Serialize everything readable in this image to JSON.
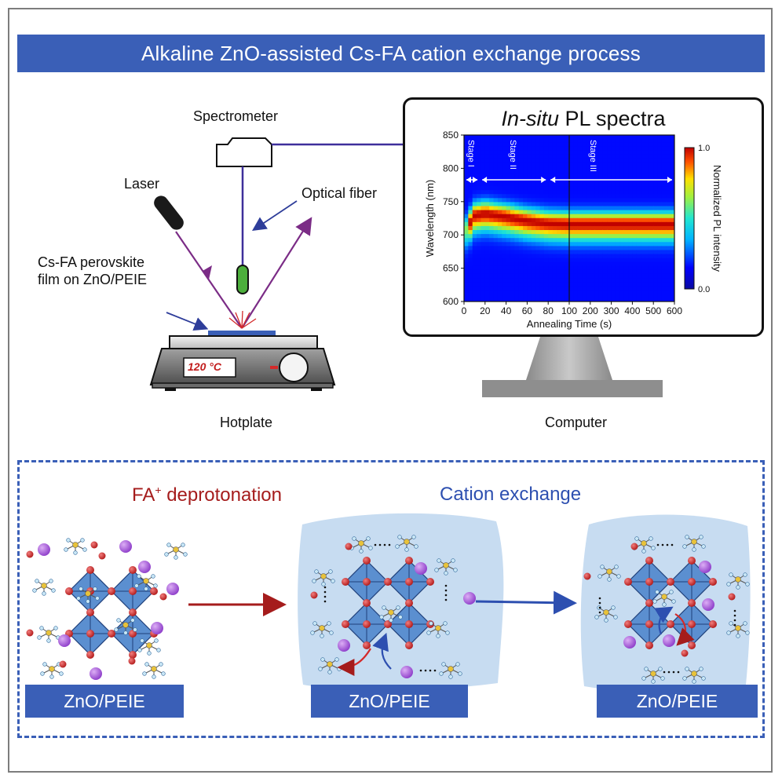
{
  "title": "Alkaline ZnO-assisted Cs-FA cation exchange process",
  "labels": {
    "spectrometer": "Spectrometer",
    "laser": "Laser",
    "optical_fiber": "Optical fiber",
    "film_line1": "Cs-FA perovskite",
    "film_line2": "film on ZnO/PEIE",
    "temperature": "120 °C",
    "hotplate": "Hotplate",
    "computer": "Computer"
  },
  "chart_title": {
    "italic": "In-situ",
    "rest": " PL spectra"
  },
  "chart_data": {
    "type": "heatmap",
    "xlabel": "Annealing Time (s)",
    "ylabel": "Wavelength (nm)",
    "colorbar_label": "Normalized PL intensity",
    "colorbar_ticks": [
      "1.0",
      "0.0"
    ],
    "colorbar_range": [
      0.0,
      1.0
    ],
    "x_axis_segments": [
      {
        "range": [
          0,
          100
        ],
        "ticks": [
          0,
          20,
          40,
          60,
          80,
          100
        ]
      },
      {
        "range": [
          100,
          600
        ],
        "ticks": [
          200,
          300,
          400,
          500,
          600
        ]
      }
    ],
    "ylim": [
      600,
      850
    ],
    "yticks": [
      600,
      650,
      700,
      750,
      800,
      850
    ],
    "stages": [
      {
        "label": "Stage I",
        "range": [
          0,
          15
        ]
      },
      {
        "label": "Stage II",
        "range": [
          15,
          80
        ]
      },
      {
        "label": "Stage III",
        "range": [
          80,
          600
        ]
      }
    ],
    "peak_wavelength_nm": [
      {
        "t": 0,
        "peak": 705
      },
      {
        "t": 10,
        "peak": 730
      },
      {
        "t": 20,
        "peak": 733
      },
      {
        "t": 40,
        "peak": 728
      },
      {
        "t": 60,
        "peak": 722
      },
      {
        "t": 80,
        "peak": 718
      },
      {
        "t": 100,
        "peak": 717
      },
      {
        "t": 600,
        "peak": 717
      }
    ]
  },
  "bottom": {
    "deprot_text": "FA",
    "deprot_sup": "+",
    "deprot_rest": " deprotonation",
    "exchange": "Cation exchange",
    "substrates": [
      "ZnO/PEIE",
      "ZnO/PEIE",
      "ZnO/PEIE"
    ]
  },
  "colors": {
    "title_bar": "#3a5fb7",
    "fiber": "#3e2f9b",
    "laser_beam": "#7b2c86",
    "lead_red": "#c93030",
    "octahedron": "#5b8fd0",
    "cs_purple": "#a654d8",
    "solution": "#c7dcf1",
    "arrow_red": "#a51c1c",
    "arrow_blue": "#2d4fb0"
  }
}
